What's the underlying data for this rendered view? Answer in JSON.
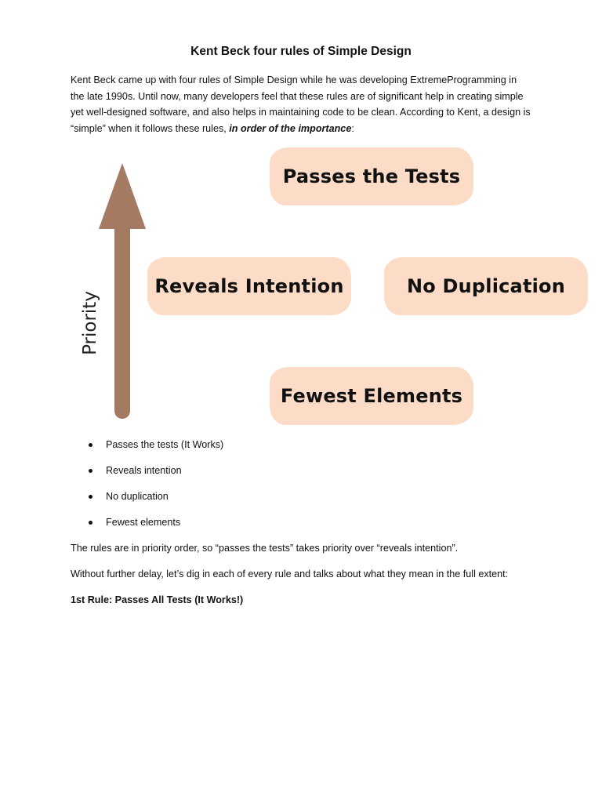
{
  "title": "Kent Beck four rules of Simple Design",
  "intro": {
    "line1": "Kent Beck came up with four rules of Simple Design while he was developing ExtremeProgramming in",
    "line2": "the late 1990s. Until now, many developers feel that these rules are of significant help in creating simple",
    "line3": "yet well-designed software, and also helps in maintaining code to be clean. According to Kent, a design is",
    "line4_prefix": "“simple” when it follows these rules, ",
    "line4_emphasis": "in order of the importance",
    "line4_suffix": ":"
  },
  "diagram": {
    "axis_label": "Priority",
    "boxes": {
      "passes_tests": "Passes the Tests",
      "reveals_intention": "Reveals Intention",
      "no_duplication": "No Duplication",
      "fewest_elements": "Fewest Elements"
    },
    "colors": {
      "box_fill": "#fcdcc7",
      "arrow": "#a57a63"
    }
  },
  "bullets": [
    "Passes the tests (It Works)",
    "Reveals intention",
    "No duplication",
    "Fewest elements"
  ],
  "paragraphs": {
    "priority_order": "The rules are in priority order, so “passes the tests” takes priority over “reveals intention”.",
    "further_delay": "Without further delay, let’s dig in each of every rule and talks about what they mean in the full extent:"
  },
  "rule_heading": "1st Rule: Passes All Tests (It Works!)"
}
